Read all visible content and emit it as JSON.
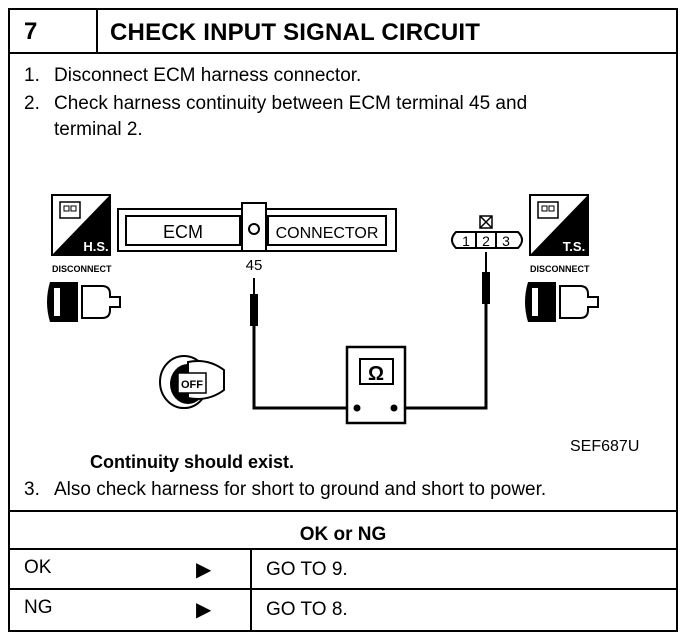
{
  "step": {
    "number": "7",
    "title": "CHECK INPUT SIGNAL CIRCUIT"
  },
  "instructions": [
    {
      "num": "1.",
      "text": "Disconnect ECM harness connector."
    },
    {
      "num": "2.",
      "text": "Check harness continuity between ECM terminal 45 and"
    },
    {
      "num": "",
      "text": "terminal 2."
    }
  ],
  "diagram": {
    "ecm_label": "ECM",
    "connector_label": "CONNECTOR",
    "terminal_label": "45",
    "connector_pins": [
      "1",
      "2",
      "3"
    ],
    "hs_badge": "H.S.",
    "ts_badge": "T.S.",
    "disconnect_left": "DISCONNECT",
    "disconnect_right": "DISCONNECT",
    "ignition_label": "OFF",
    "meter_symbol": "Ω",
    "figure_code": "SEF687U"
  },
  "result_text": "Continuity should exist.",
  "instruction_3": {
    "num": "3.",
    "text": "Also check harness for short to ground and short to power."
  },
  "ok_ng_header": "OK or NG",
  "results_table": [
    {
      "label": "OK",
      "action": "GO TO 9."
    },
    {
      "label": "NG",
      "action": "GO TO 8."
    }
  ]
}
